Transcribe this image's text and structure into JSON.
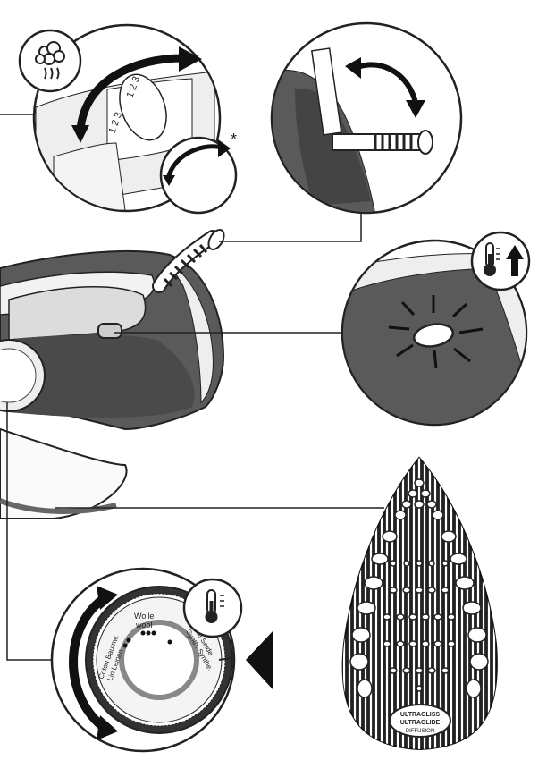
{
  "callouts": {
    "steam_control": {
      "icon": "steam-icon",
      "note_mark": "*"
    },
    "cord_pivot": {
      "icon": "rotate-arrow-icon"
    },
    "thermostat_light": {
      "icon": "thermometer-up-icon"
    },
    "temperature_dial": {
      "icon": "thermometer-icon",
      "label_wool": "Wolle",
      "label_wool_en": "wool",
      "label_cotton": "Coton Baumw.",
      "label_linen": "Lin Leinen",
      "label_synthetic": "Synth. Synthe.",
      "label_silk": "Soie Seide"
    },
    "soleplate": {
      "brand_line1": "ULTRAGLISS",
      "brand_line2": "ULTRAGLIDE",
      "brand_line3": "DIFFUSION"
    }
  },
  "colors": {
    "iron_body": "#555555",
    "iron_dark": "#3a3a3a",
    "soleplate_light": "#e8e8e8",
    "line": "#222222",
    "accent_arrow": "#111111"
  }
}
